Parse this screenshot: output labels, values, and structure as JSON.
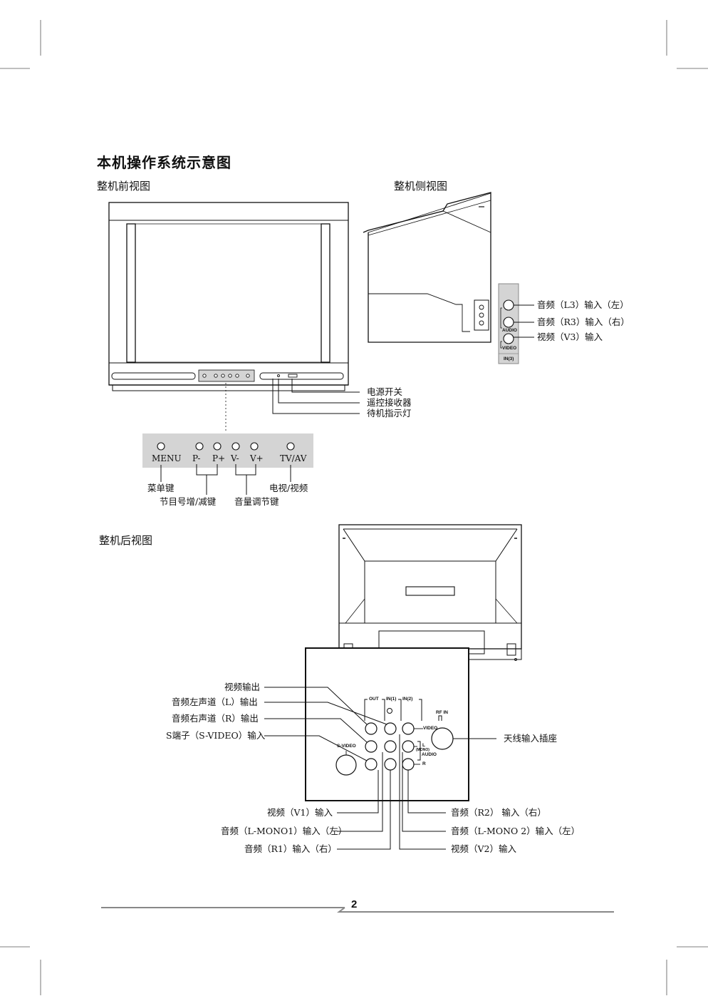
{
  "title": "本机操作系统示意图",
  "front_view": {
    "heading": "整机前视图",
    "callouts": [
      "电源开关",
      "遥控接收器",
      "待机指示灯"
    ],
    "panel_buttons": [
      "MENU",
      "P-",
      "P+",
      "V-",
      "V+",
      "TV/AV"
    ],
    "panel_labels": {
      "menu": "菜单键",
      "program": "节目号增/减键",
      "volume": "音量调节键",
      "tvav": "电视/视频"
    }
  },
  "side_view": {
    "heading": "整机侧视图",
    "jack_labels": [
      "音频（L3）输入（左）",
      "音频（R3）输入（右）",
      "视频（V3）输入"
    ],
    "panel_text": {
      "audio": "AUDIO",
      "video": "VIDEO",
      "bottom": "IN(3)"
    }
  },
  "rear_view": {
    "heading": "整机后视图",
    "left_labels": [
      "视频输出",
      "音频左声道（L）输出",
      "音频右声道（R）输出",
      "S端子（S-VIDEO）输入"
    ],
    "right_label": "天线输入插座",
    "bottom_left_labels": [
      "视频（V1）输入",
      "音频（L-MONO1）输入（左）",
      "音频（R1）输入（右）"
    ],
    "bottom_right_labels": [
      "音频（R2） 输入（右）",
      "音频（L-MONO 2）输入（左）",
      "视频（V2）输入"
    ],
    "panel_text": {
      "out": "OUT",
      "in1": "IN(1)",
      "in2": "IN(2)",
      "rf_in": "RF IN",
      "video": "VIDEO",
      "l": "L",
      "mono": "(MONO)",
      "audio": "AUDIO",
      "r": "R",
      "s_video": "S-VIDEO"
    }
  },
  "page_number": "2"
}
